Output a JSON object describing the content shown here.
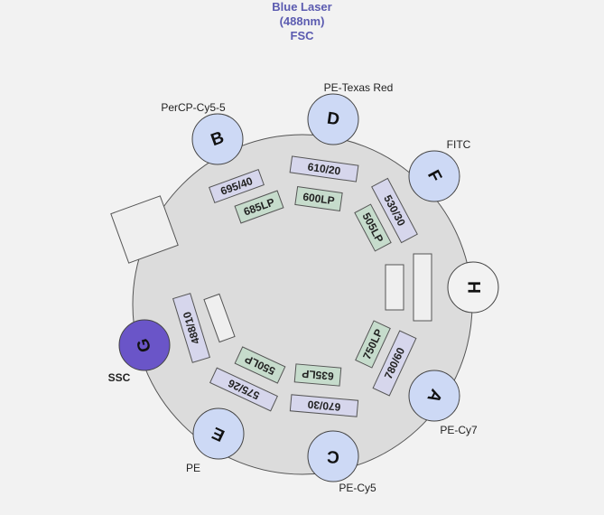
{
  "laser": {
    "line1": "Blue Laser",
    "line2": "(488nm)",
    "line3": "FSC"
  },
  "colors": {
    "detector_fill": "#cdd9f5",
    "detector_stroke": "#444444",
    "ssc_fill": "#6a55c8",
    "octagon_fill": "#dcdcdc",
    "bandpass_fill": "#d6d6ec",
    "longpass_fill": "#c6dccc",
    "title": "#5b5bb0"
  },
  "detectors": {
    "B": {
      "letter": "B",
      "label": "PerCP-Cy5-5"
    },
    "D": {
      "letter": "D",
      "label": "PE-Texas Red"
    },
    "F": {
      "letter": "F",
      "label": "FITC"
    },
    "H": {
      "letter": "H",
      "label": ""
    },
    "A": {
      "letter": "A",
      "label": "PE-Cy7"
    },
    "C": {
      "letter": "C",
      "label": "PE-Cy5"
    },
    "E": {
      "letter": "E",
      "label": "PE"
    },
    "G": {
      "letter": "G",
      "label": "SSC"
    }
  },
  "filters": {
    "bp_695_40": "695/40",
    "lp_685": "685LP",
    "bp_610_20": "610/20",
    "lp_600": "600LP",
    "bp_530_30": "530/30",
    "lp_505": "505LP",
    "bp_780_60": "780/60",
    "lp_750": "750LP",
    "bp_670_30": "670/30",
    "lp_635": "635LP",
    "bp_575_26": "575/26",
    "lp_550": "550LP",
    "bp_488_10": "488/10"
  }
}
